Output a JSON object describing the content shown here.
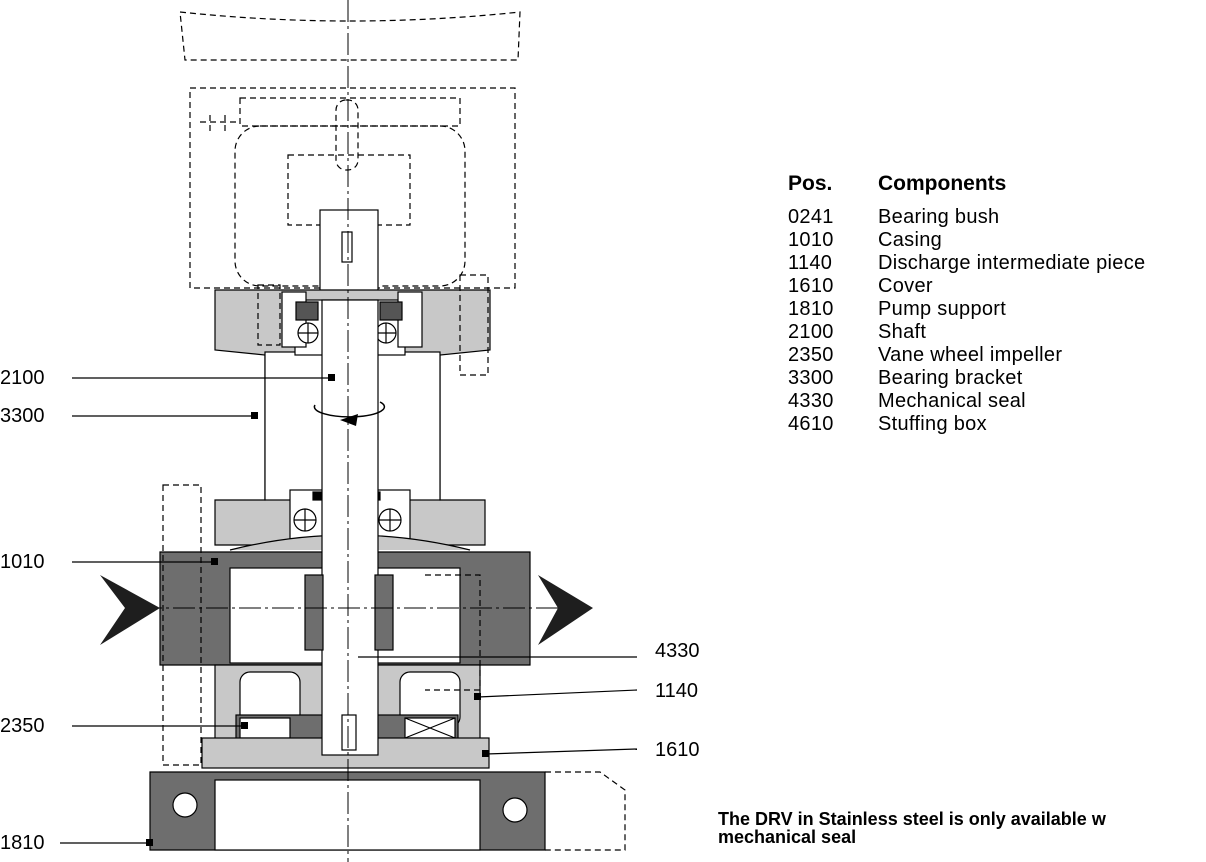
{
  "callouts": {
    "c2100": "2100",
    "c3300": "3300",
    "c1010": "1010",
    "c2350": "2350",
    "c1810": "1810",
    "c4330": "4330",
    "c1140": "1140",
    "c1610": "1610"
  },
  "legend": {
    "pos_header": "Pos.",
    "comp_header": "Components",
    "items": [
      {
        "pos": "0241",
        "name": "Bearing bush"
      },
      {
        "pos": "1010",
        "name": "Casing"
      },
      {
        "pos": "1140",
        "name": "Discharge intermediate piece"
      },
      {
        "pos": "1610",
        "name": "Cover"
      },
      {
        "pos": "1810",
        "name": "Pump support"
      },
      {
        "pos": "2100",
        "name": "Shaft"
      },
      {
        "pos": "2350",
        "name": "Vane wheel impeller"
      },
      {
        "pos": "3300",
        "name": "Bearing bracket"
      },
      {
        "pos": "4330",
        "name": "Mechanical seal"
      },
      {
        "pos": "4610",
        "name": "Stuffing box"
      }
    ]
  },
  "note": {
    "line1": "The DRV in Stainless steel is only available w",
    "line2": "mechanical  seal"
  },
  "colors": {
    "light_gray": "#c8c8c8",
    "dark_gray": "#6e6e6e",
    "line": "#000000"
  }
}
